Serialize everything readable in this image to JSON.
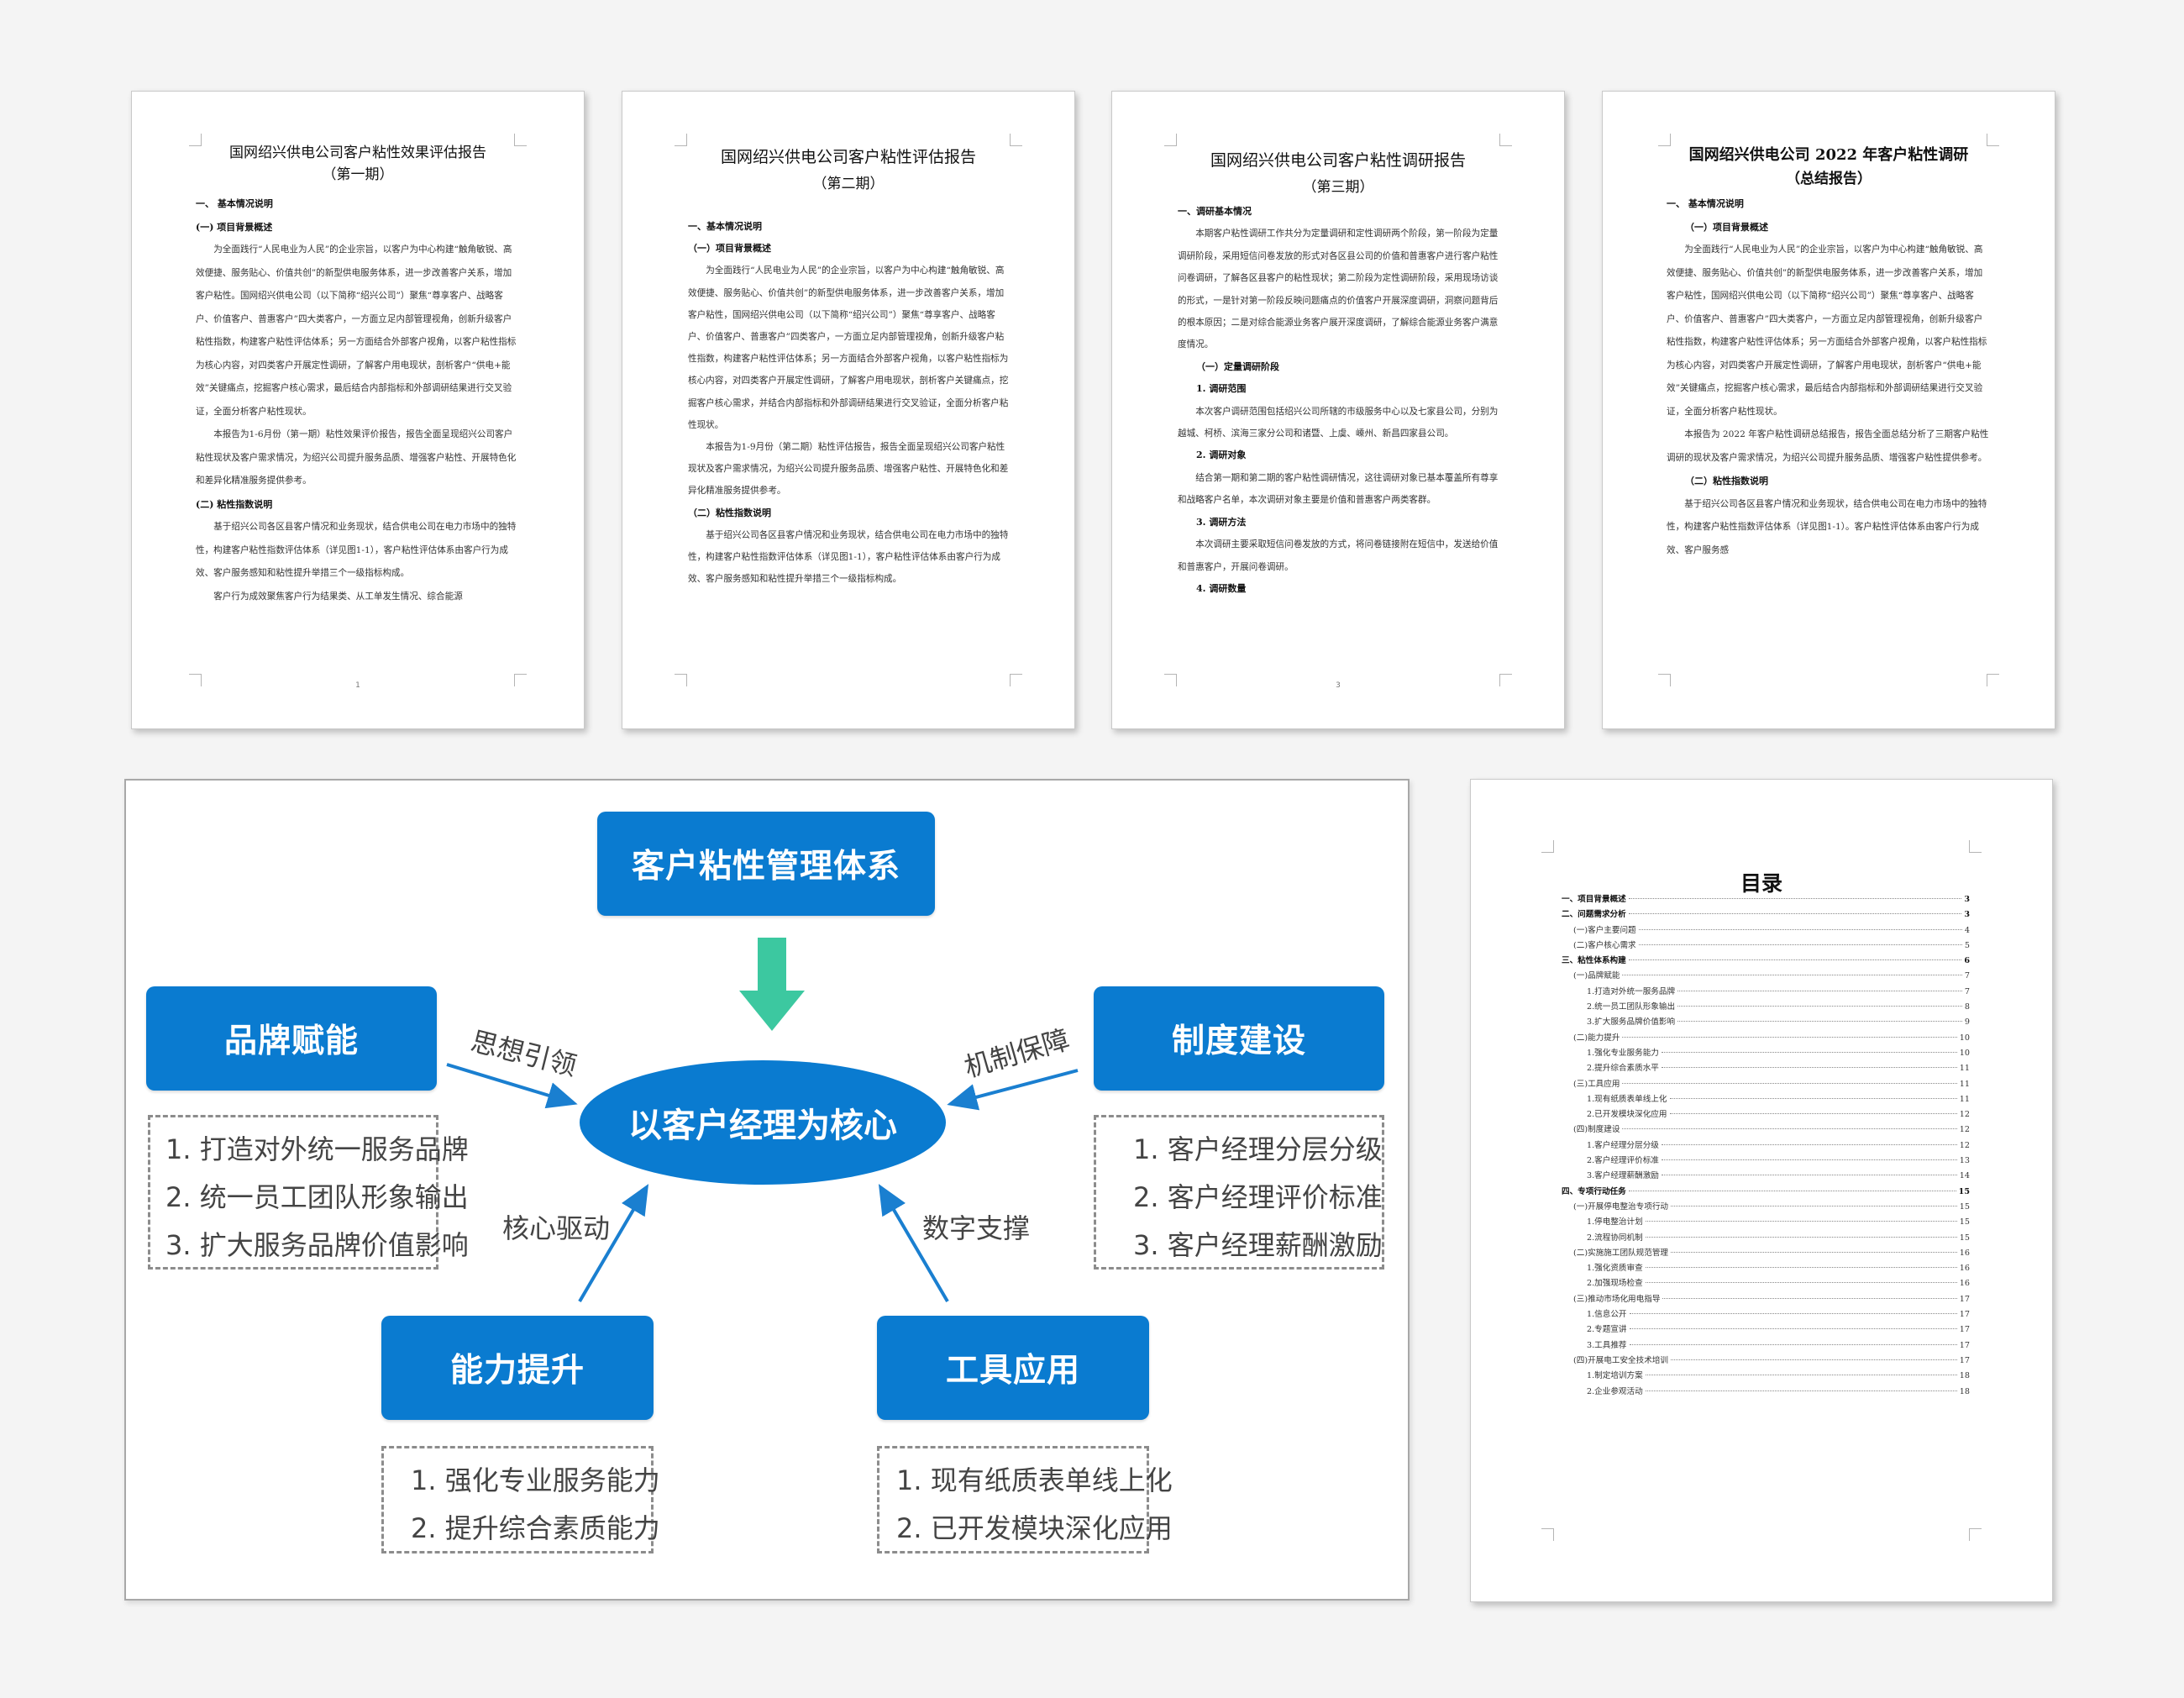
{
  "pages": [
    {
      "title": "国网绍兴供电公司客户粘性效果评估报告",
      "subtitle": "（第一期）",
      "paragraphs": [
        {
          "style": "h1",
          "text": "一、  基本情况说明"
        },
        {
          "style": "h2",
          "text": "(一)   项目背景概述"
        },
        {
          "style": "ind",
          "text": "为全面践行“人民电业为人民”的企业宗旨，以客户为中心构建“触角敏锐、高效便捷、服务贴心、价值共创”的新型供电服务体系，进一步改善客户关系，增加客户粘性。国网绍兴供电公司（以下简称“绍兴公司”）聚焦“尊享客户、战略客户、价值客户、普惠客户”四大类客户，一方面立足内部管理视角，创新升级客户粘性指数，构建客户粘性评估体系；另一方面结合外部客户视角，以客户粘性指标为核心内容，对四类客户开展定性调研，了解客户用电现状，剖析客户“供电+能效”关键痛点，挖掘客户核心需求，最后结合内部指标和外部调研结果进行交叉验证，全面分析客户粘性现状。"
        },
        {
          "style": "ind",
          "text": "本报告为1-6月份（第一期）粘性效果评价报告，报告全面呈现绍兴公司客户粘性现状及客户需求情况，为绍兴公司提升服务品质、增强客户粘性、开展特色化和差异化精准服务提供参考。"
        },
        {
          "style": "h2",
          "text": "(二)   粘性指数说明"
        },
        {
          "style": "ind",
          "text": "基于绍兴公司各区县客户情况和业务现状，结合供电公司在电力市场中的独特性，构建客户粘性指数评估体系（详见图1-1），客户粘性评估体系由客户行为成效、客户服务感知和粘性提升举措三个一级指标构成。"
        },
        {
          "style": "ind",
          "text": "客户行为成效聚焦客户行为结果类、从工单发生情况、综合能源"
        }
      ],
      "page_number": "1"
    },
    {
      "title": "国网绍兴供电公司客户粘性评估报告",
      "subtitle": "（第二期）",
      "paragraphs": [
        {
          "style": "h1",
          "text": "一、基本情况说明"
        },
        {
          "style": "h2",
          "text": "（一）项目背景概述"
        },
        {
          "style": "ind",
          "text": "为全面践行“人民电业为人民”的企业宗旨，以客户为中心构建“触角敏锐、高效便捷、服务贴心、价值共创”的新型供电服务体系，进一步改善客户关系，增加客户粘性，国网绍兴供电公司（以下简称“绍兴公司”）聚焦“尊享客户、战略客户、价值客户、普惠客户”四类客户，一方面立足内部管理视角，创新升级客户粘性指数，构建客户粘性评估体系；另一方面结合外部客户视角，以客户粘性指标为核心内容，对四类客户开展定性调研，了解客户用电现状，剖析客户关键痛点，挖掘客户核心需求，并结合内部指标和外部调研结果进行交叉验证，全面分析客户粘性现状。"
        },
        {
          "style": "ind",
          "text": "本报告为1-9月份（第二期）粘性评估报告，报告全面呈现绍兴公司客户粘性现状及客户需求情况，为绍兴公司提升服务品质、增强客户粘性、开展特色化和差异化精准服务提供参考。"
        },
        {
          "style": "h2",
          "text": "（二）粘性指数说明"
        },
        {
          "style": "ind",
          "text": "基于绍兴公司各区县客户情况和业务现状，结合供电公司在电力市场中的独特性，构建客户粘性指数评估体系（详见图1-1），客户粘性评估体系由客户行为成效、客户服务感知和粘性提升举措三个一级指标构成。"
        }
      ],
      "page_number": ""
    },
    {
      "title": "国网绍兴供电公司客户粘性调研报告",
      "subtitle": "（第三期）",
      "paragraphs": [
        {
          "style": "h1",
          "text": "一、调研基本情况"
        },
        {
          "style": "ind",
          "text": "本期客户粘性调研工作共分为定量调研和定性调研两个阶段，第一阶段为定量调研阶段，采用短信问卷发放的形式对各区县公司的价值和普惠客户进行客户粘性问卷调研，了解各区县客户的粘性现状；第二阶段为定性调研阶段，采用现场访谈的形式，一是针对第一阶段反映问题痛点的价值客户开展深度调研，洞察问题背后的根本原因；二是对综合能源业务客户展开深度调研，了解综合能源业务客户满意度情况。"
        },
        {
          "style": "h2",
          "text": "（一）定量调研阶段"
        },
        {
          "style": "h2",
          "text": "1.  调研范围"
        },
        {
          "style": "ind",
          "text": "本次客户调研范围包括绍兴公司所辖的市级服务中心以及七家县公司，分别为越城、柯桥、滨海三家分公司和诸暨、上虞、嵊州、新昌四家县公司。"
        },
        {
          "style": "h2",
          "text": "2.  调研对象"
        },
        {
          "style": "ind",
          "text": "结合第一期和第二期的客户粘性调研情况，这往调研对象已基本覆盖所有尊享和战略客户名单，本次调研对象主要是价值和普惠客户两类客群。"
        },
        {
          "style": "h2",
          "text": "3.  调研方法"
        },
        {
          "style": "ind",
          "text": "本次调研主要采取短信问卷发放的方式，将问卷链接附在短信中，发送给价值和普惠客户，开展问卷调研。"
        },
        {
          "style": "h2",
          "text": "4.  调研数量"
        }
      ],
      "page_number": "3"
    },
    {
      "title": "国网绍兴供电公司 2022 年客户粘性调研",
      "subtitle": "（总结报告）",
      "paragraphs": [
        {
          "style": "h1",
          "text": "一、  基本情况说明"
        },
        {
          "style": "h2",
          "text": "（一）项目背景概述"
        },
        {
          "style": "ind",
          "text": "为全面践行“人民电业为人民”的企业宗旨，以客户为中心构建“触角敏锐、高效便捷、服务贴心、价值共创”的新型供电服务体系，进一步改善客户关系，增加客户粘性，国网绍兴供电公司（以下简称“绍兴公司”）聚焦“尊享客户、战略客户、价值客户、普惠客户”四大类客户，一方面立足内部管理视角，创新升级客户粘性指数，构建客户粘性评估体系；另一方面结合外部客户视角，以客户粘性指标为核心内容，对四类客户开展定性调研，了解客户用电现状，剖析客户“供电+能效”关键痛点，挖掘客户核心需求，最后结合内部指标和外部调研结果进行交叉验证，全面分析客户粘性现状。"
        },
        {
          "style": "ind",
          "text": "本报告为 2022 年客户粘性调研总结报告，报告全面总结分析了三期客户粘性调研的现状及客户需求情况，为绍兴公司提升服务品质、增强客户粘性提供参考。"
        },
        {
          "style": "h2",
          "text": "（二）粘性指数说明"
        },
        {
          "style": "ind",
          "text": "基于绍兴公司各区县客户情况和业务现状，结合供电公司在电力市场中的独特性，构建客户粘性指数评估体系（详见图1-1）。客户粘性评估体系由客户行为成效、客户服务感"
        }
      ],
      "page_number": ""
    }
  ],
  "diagram": {
    "top": "客户粘性管理体系",
    "core": "以客户经理为核心",
    "nodes": {
      "brand": {
        "label": "品牌赋能",
        "items": [
          "1. 打造对外统一服务品牌",
          "2. 统一员工团队形象输出",
          "3. 扩大服务品牌价值影响"
        ],
        "arrow_label": "思想引领"
      },
      "system": {
        "label": "制度建设",
        "items": [
          "1. 客户经理分层分级",
          "2. 客户经理评价标准",
          "3. 客户经理薪酬激励"
        ],
        "arrow_label": "机制保障"
      },
      "ability": {
        "label": "能力提升",
        "items": [
          "1. 强化专业服务能力",
          "2. 提升综合素质能力"
        ],
        "arrow_label": "核心驱动"
      },
      "tools": {
        "label": "工具应用",
        "items": [
          "1. 现有纸质表单线上化",
          "2. 已开发模块深化应用"
        ],
        "arrow_label": "数字支撑"
      }
    },
    "colors": {
      "box": "#0a7bd0",
      "down_arrow": "#3cc8a0",
      "arrow": "#1a7fd0"
    }
  },
  "toc": {
    "title": "目录",
    "entries": [
      {
        "level": 1,
        "text": "一、项目背景概述",
        "page": "3"
      },
      {
        "level": 1,
        "text": "二、问题需求分析",
        "page": "3"
      },
      {
        "level": 2,
        "text": "(一)客户主要问题",
        "page": "4"
      },
      {
        "level": 2,
        "text": "(二)客户核心需求",
        "page": "5"
      },
      {
        "level": 1,
        "text": "三、粘性体系构建",
        "page": "6"
      },
      {
        "level": 2,
        "text": "(一)品牌赋能",
        "page": "7"
      },
      {
        "level": 3,
        "text": "1.打造对外统一服务品牌",
        "page": "7"
      },
      {
        "level": 3,
        "text": "2.统一员工团队形象输出",
        "page": "8"
      },
      {
        "level": 3,
        "text": "3.扩大服务品牌价值影响",
        "page": "9"
      },
      {
        "level": 2,
        "text": "(二)能力提升",
        "page": "10"
      },
      {
        "level": 3,
        "text": "1.强化专业服务能力",
        "page": "10"
      },
      {
        "level": 3,
        "text": "2.提升综合素质水平",
        "page": "11"
      },
      {
        "level": 2,
        "text": "(三)工具应用",
        "page": "11"
      },
      {
        "level": 3,
        "text": "1.现有纸质表单线上化",
        "page": "11"
      },
      {
        "level": 3,
        "text": "2.已开发模块深化应用",
        "page": "12"
      },
      {
        "level": 2,
        "text": "(四)制度建设",
        "page": "12"
      },
      {
        "level": 3,
        "text": "1.客户经理分层分级",
        "page": "12"
      },
      {
        "level": 3,
        "text": "2.客户经理评价标准",
        "page": "13"
      },
      {
        "level": 3,
        "text": "3.客户经理薪酬激励",
        "page": "14"
      },
      {
        "level": 1,
        "text": "四、专项行动任务",
        "page": "15"
      },
      {
        "level": 2,
        "text": "(一)开展停电整治专项行动",
        "page": "15"
      },
      {
        "level": 3,
        "text": "1.停电整治计划",
        "page": "15"
      },
      {
        "level": 3,
        "text": "2.流程协同机制",
        "page": "15"
      },
      {
        "level": 2,
        "text": "(二)实施施工团队规范管理",
        "page": "16"
      },
      {
        "level": 3,
        "text": "1.强化资质审查",
        "page": "16"
      },
      {
        "level": 3,
        "text": "2.加强现场检查",
        "page": "16"
      },
      {
        "level": 2,
        "text": "(三)推动市场化用电指导",
        "page": "17"
      },
      {
        "level": 3,
        "text": "1.信息公开",
        "page": "17"
      },
      {
        "level": 3,
        "text": "2.专题宣讲",
        "page": "17"
      },
      {
        "level": 3,
        "text": "3.工具推荐",
        "page": "17"
      },
      {
        "level": 2,
        "text": "(四)开展电工安全技术培训",
        "page": "17"
      },
      {
        "level": 3,
        "text": "1.制定培训方案",
        "page": "18"
      },
      {
        "level": 3,
        "text": "2.企业参观活动",
        "page": "18"
      }
    ]
  }
}
